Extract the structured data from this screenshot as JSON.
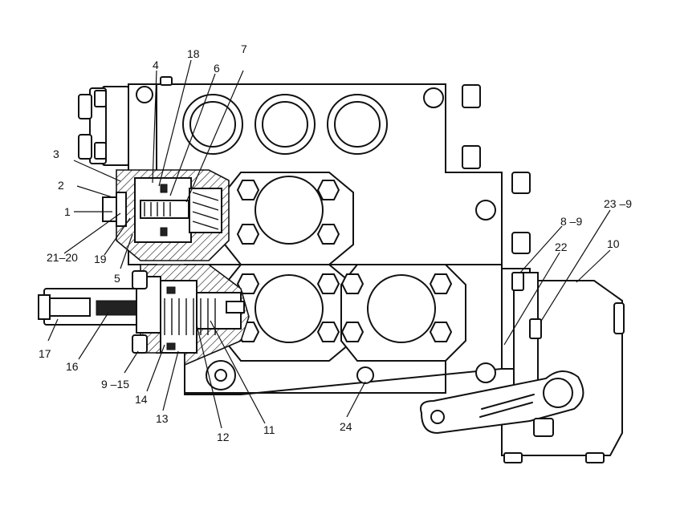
{
  "callouts": {
    "c1": "1",
    "c2": "2",
    "c3": "3",
    "c4": "4",
    "c5": "5",
    "c6": "6",
    "c7": "7",
    "c8_9": "8 –9",
    "c9_15": "9 –15",
    "c10": "10",
    "c11": "11",
    "c12": "12",
    "c13": "13",
    "c14": "14",
    "c16": "16",
    "c17": "17",
    "c18": "18",
    "c19": "19",
    "c21_20": "21–20",
    "c22": "22",
    "c23_9": "23 –9",
    "c24": "24"
  }
}
